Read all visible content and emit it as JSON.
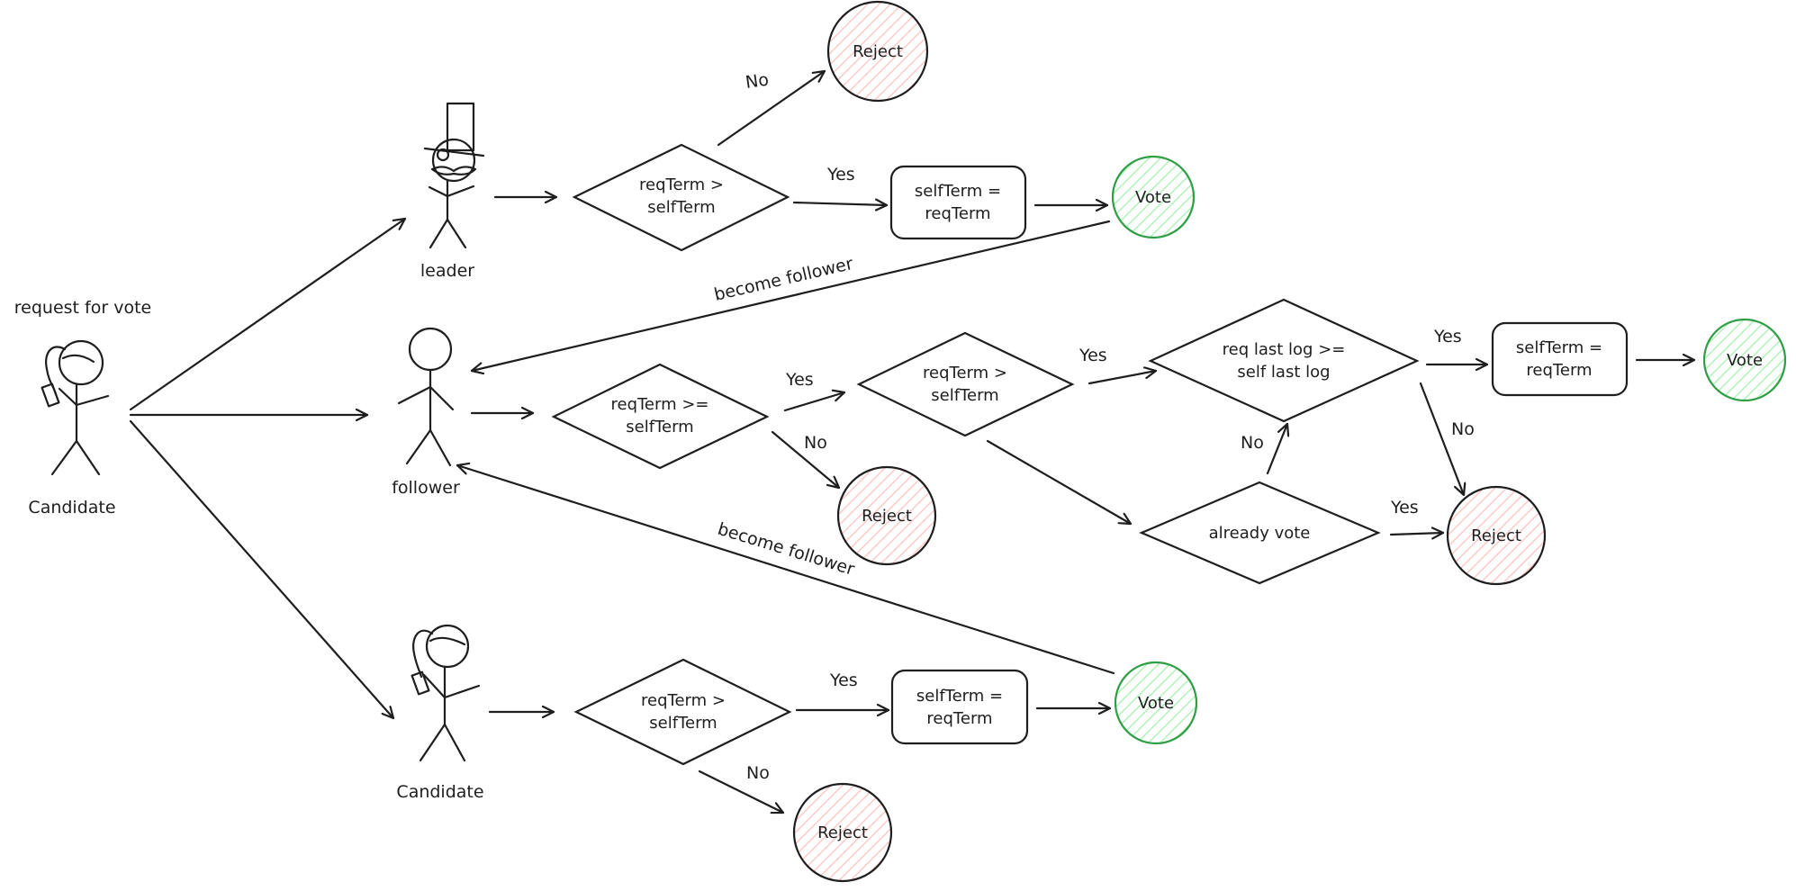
{
  "colors": {
    "ink": "#1e1e1e",
    "reject_hatch": "#ffc9c9",
    "vote_stroke": "#2f9e44",
    "vote_hatch": "#b2f2bb"
  },
  "actors": {
    "candidate_main": "Candidate",
    "request_label": "request for vote",
    "leader": "leader",
    "follower": "follower",
    "candidate_peer": "Candidate"
  },
  "leader_branch": {
    "condition": [
      "reqTerm >",
      "selfTerm"
    ],
    "no_label": "No",
    "reject": "Reject",
    "yes_label": "Yes",
    "action": [
      "selfTerm =",
      "reqTerm"
    ],
    "vote": "Vote",
    "transition": "become follower"
  },
  "follower_branch": {
    "condition1": [
      "reqTerm >=",
      "selfTerm"
    ],
    "yes1": "Yes",
    "no1": "No",
    "reject1": "Reject",
    "condition2": [
      "reqTerm >",
      "selfTerm"
    ],
    "yes2": "Yes",
    "condition3": [
      "req last log >=",
      "self last log"
    ],
    "yes3": "Yes",
    "no3": "No",
    "action": [
      "selfTerm =",
      "reqTerm"
    ],
    "vote": "Vote",
    "condition4": "already vote",
    "no4": "No",
    "yes4": "Yes",
    "reject2": "Reject"
  },
  "candidate_branch": {
    "condition": [
      "reqTerm >",
      "selfTerm"
    ],
    "yes_label": "Yes",
    "action": [
      "selfTerm =",
      "reqTerm"
    ],
    "vote": "Vote",
    "no_label": "No",
    "reject": "Reject",
    "transition": "become follower"
  }
}
